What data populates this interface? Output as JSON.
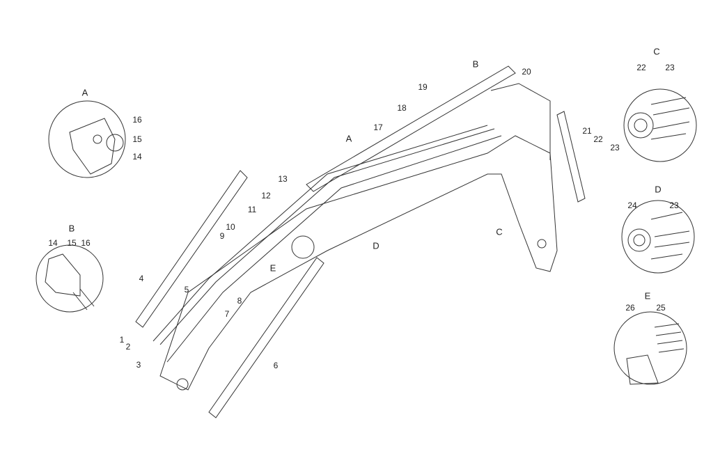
{
  "detail_a": {
    "title": "A",
    "labels": [
      "16",
      "15",
      "14"
    ]
  },
  "detail_b": {
    "title": "B",
    "labels": [
      "14",
      "15",
      "16"
    ]
  },
  "detail_c": {
    "title": "C",
    "labels": [
      "22",
      "23"
    ]
  },
  "detail_d": {
    "title": "D",
    "labels": [
      "24",
      "23"
    ]
  },
  "detail_e": {
    "title": "E",
    "labels": [
      "26",
      "25"
    ]
  },
  "main_callouts": [
    "1",
    "2",
    "3",
    "4",
    "5",
    "6",
    "7",
    "8",
    "9",
    "10",
    "11",
    "12",
    "13",
    "17",
    "18",
    "19",
    "20",
    "21",
    "22",
    "23"
  ],
  "detail_refs": [
    "A",
    "B",
    "C",
    "D",
    "E"
  ],
  "colors": {
    "line": "#333333",
    "leader_red": "#d0202a"
  }
}
